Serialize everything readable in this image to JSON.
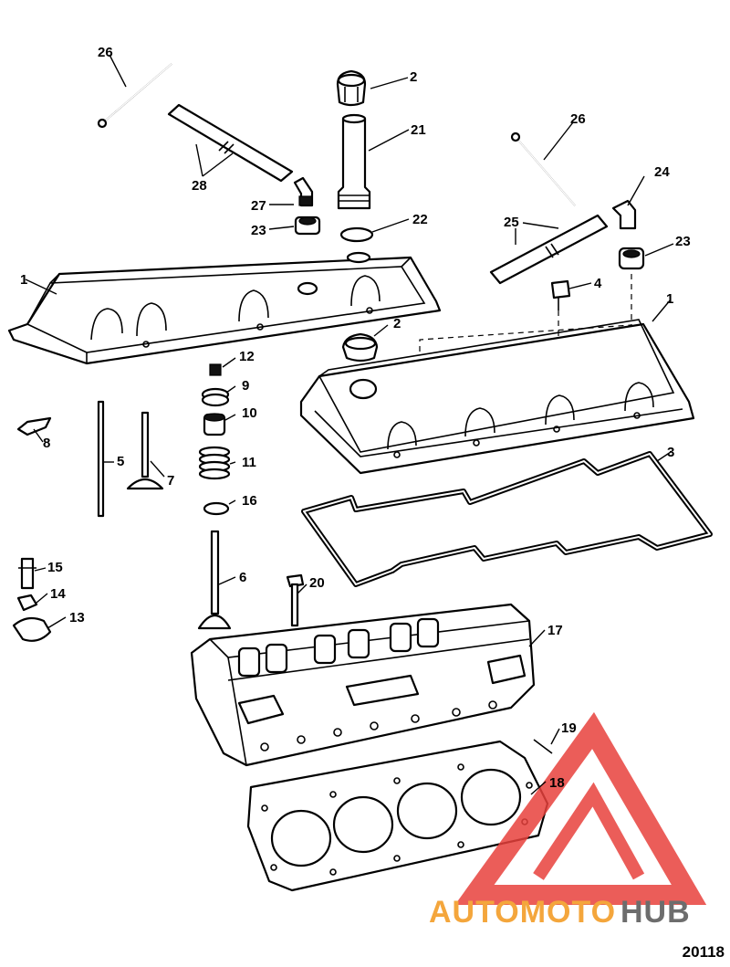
{
  "figure_number": "20118",
  "callouts": [
    "1",
    "1",
    "2",
    "2",
    "3",
    "4",
    "5",
    "6",
    "7",
    "8",
    "9",
    "10",
    "11",
    "12",
    "13",
    "14",
    "15",
    "16",
    "17",
    "18",
    "19",
    "20",
    "21",
    "22",
    "23",
    "23",
    "24",
    "25",
    "26",
    "26",
    "27",
    "28"
  ],
  "watermark": {
    "part1": "AUTOMOTO",
    "part2": "HUB",
    "colors": {
      "accent": "#e8413c",
      "orange": "#f4a63c",
      "gray": "#6d6d6d"
    }
  }
}
